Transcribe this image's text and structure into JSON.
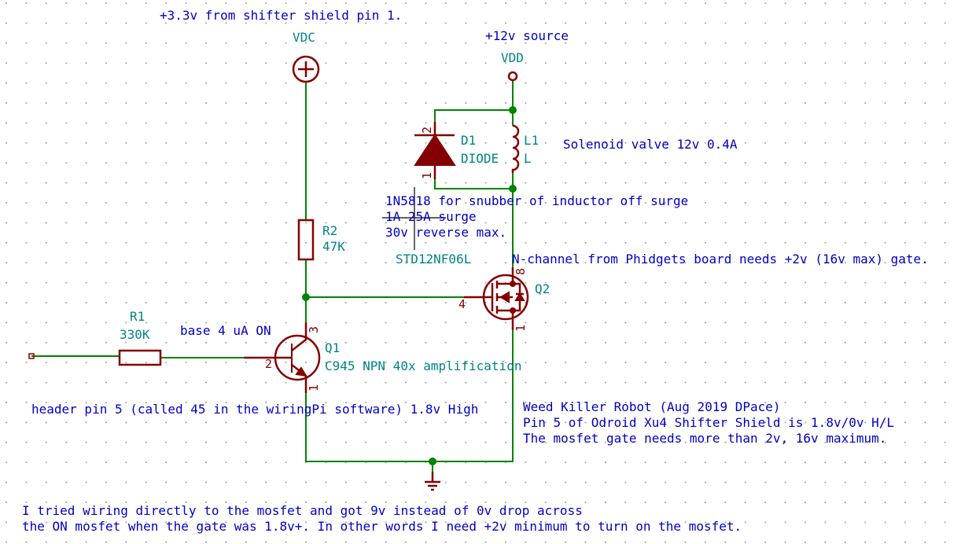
{
  "notes": {
    "supply_33": "+3.3v from shifter shield pin 1.",
    "supply_12": "+12v source",
    "solenoid": "Solenoid valve 12v 0.4A",
    "snubber_1": "1N5818 for snubber of inductor off surge",
    "snubber_2": "1A 25A surge",
    "snubber_3": "30v reverse max.",
    "nchannel": "N-channel from Phidgets board needs +2v (16v max) gate.",
    "base_current": "base 4 uA ON",
    "header_pin": "header pin 5 (called 45 in the wiringPi software) 1.8v High",
    "title_1": "Weed Killer Robot (Aug 2019 DPace)",
    "title_2": "Pin 5 of Odroid Xu4 Shifter Shield is 1.8v/0v H/L",
    "title_3": "The mosfet gate needs more than 2v, 16v maximum.",
    "bottom_1": "I tried wiring directly to the mosfet and got 9v instead of 0v drop across",
    "bottom_2": "the ON mosfet when the gate was 1.8v+. In other words I need +2v minimum to turn on the mosfet."
  },
  "power": {
    "vdc": "VDC",
    "vdd": "VDD"
  },
  "components": {
    "r1": {
      "ref": "R1",
      "value": "330K"
    },
    "r2": {
      "ref": "R2",
      "value": "47K"
    },
    "d1": {
      "ref": "D1",
      "value": "DIODE",
      "pin_a": "1",
      "pin_k": "2"
    },
    "l1": {
      "ref": "L1",
      "value": "L"
    },
    "q1": {
      "ref": "Q1",
      "value": "C945 NPN 40x amplification",
      "pin_b": "2",
      "pin_c": "3",
      "pin_e": "1"
    },
    "q2": {
      "ref": "Q2",
      "value": "STD12NF06L",
      "pin_g": "4",
      "pin_d": "8",
      "pin_s": "1"
    }
  },
  "colors": {
    "wire": "#008400",
    "component": "#840000",
    "label": "#008484",
    "note": "#0000c4"
  }
}
